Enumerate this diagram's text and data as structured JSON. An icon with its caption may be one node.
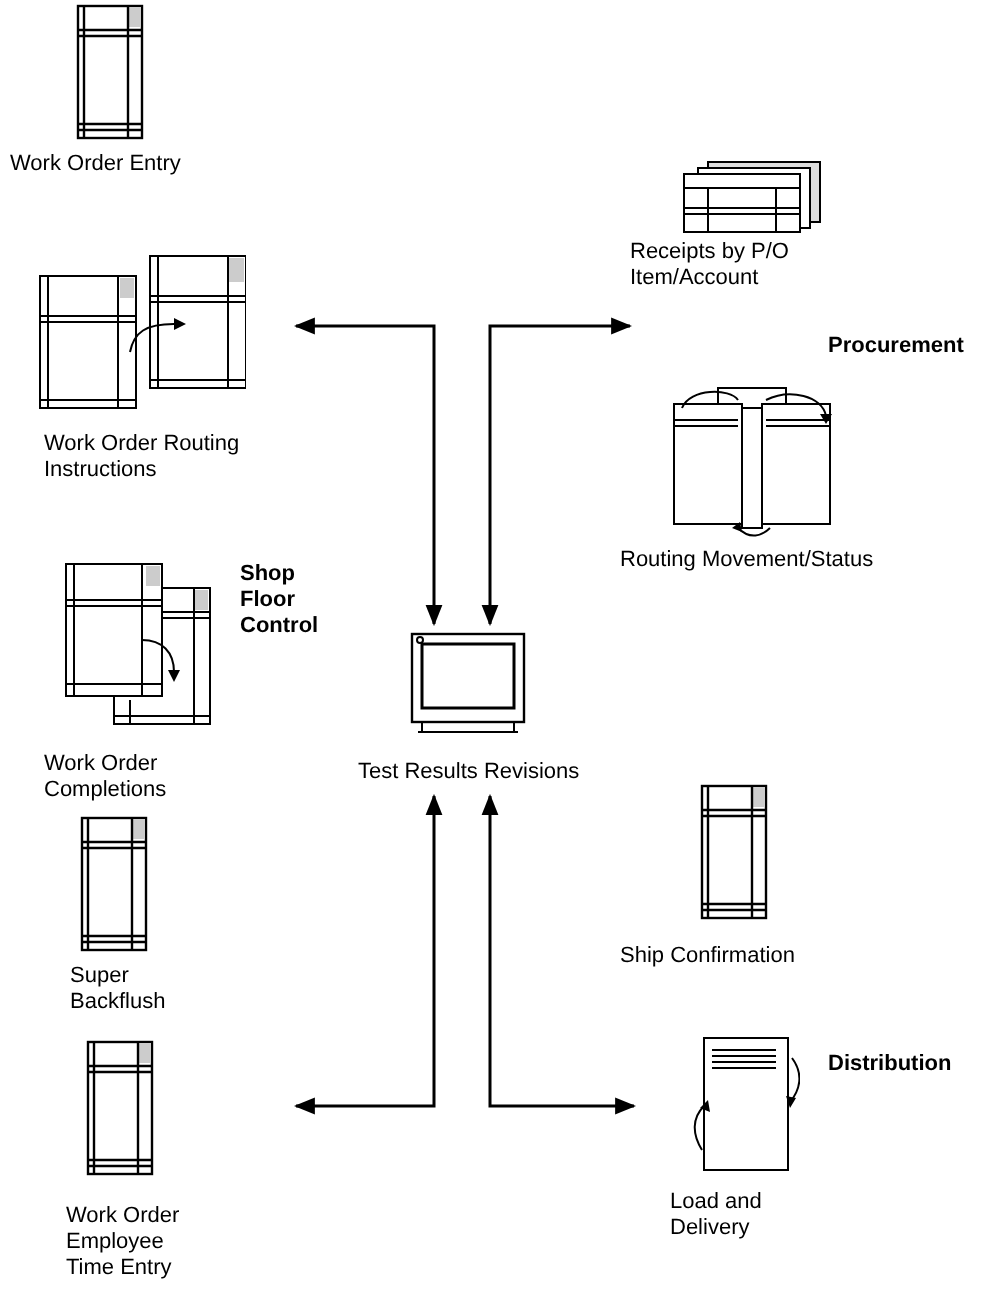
{
  "diagram": {
    "nodes": [
      {
        "text": [
          "Work Order Entry"
        ]
      },
      {
        "text": [
          "Work Order Routing Instructions"
        ]
      },
      {
        "text": [
          "Work Order Completions"
        ]
      },
      {
        "text": [
          "Super Backflush"
        ]
      },
      {
        "text": [
          "Work Order Employee Time Entry"
        ]
      },
      {
        "text": [
          "Receipts by P/O Item/Account"
        ]
      },
      {
        "text": [
          "Routing Movement/Status"
        ]
      },
      {
        "text": [
          "Test Results Revisions"
        ]
      },
      {
        "text": [
          "Ship Confirmation"
        ]
      },
      {
        "text": [
          "Load and Delivery"
        ]
      }
    ],
    "edges": [
      {
        "from": 1,
        "to": 7,
        "arrow": "both"
      },
      {
        "from": 5,
        "to": 7,
        "arrow": "both"
      },
      {
        "from": 4,
        "to": 7,
        "arrow": "both"
      },
      {
        "from": 9,
        "to": 7,
        "arrow": "both"
      }
    ],
    "labels": [
      "Procurement",
      "Shop Floor Control",
      "Distribution"
    ]
  }
}
